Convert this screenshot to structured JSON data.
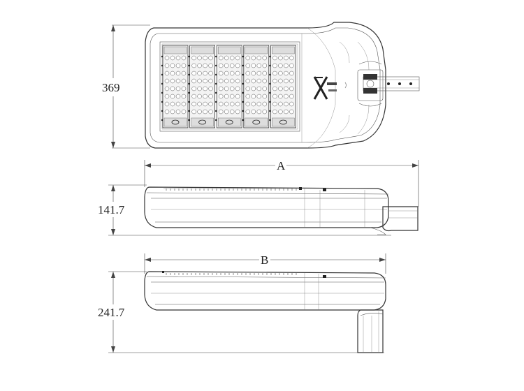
{
  "drawing": {
    "top_view": {
      "height_dimension": "369"
    },
    "side_view_a": {
      "length_label": "A",
      "height_dimension": "141.7"
    },
    "side_view_b": {
      "length_label": "B",
      "height_dimension": "241.7"
    }
  },
  "led_modules": {
    "count": 5
  }
}
